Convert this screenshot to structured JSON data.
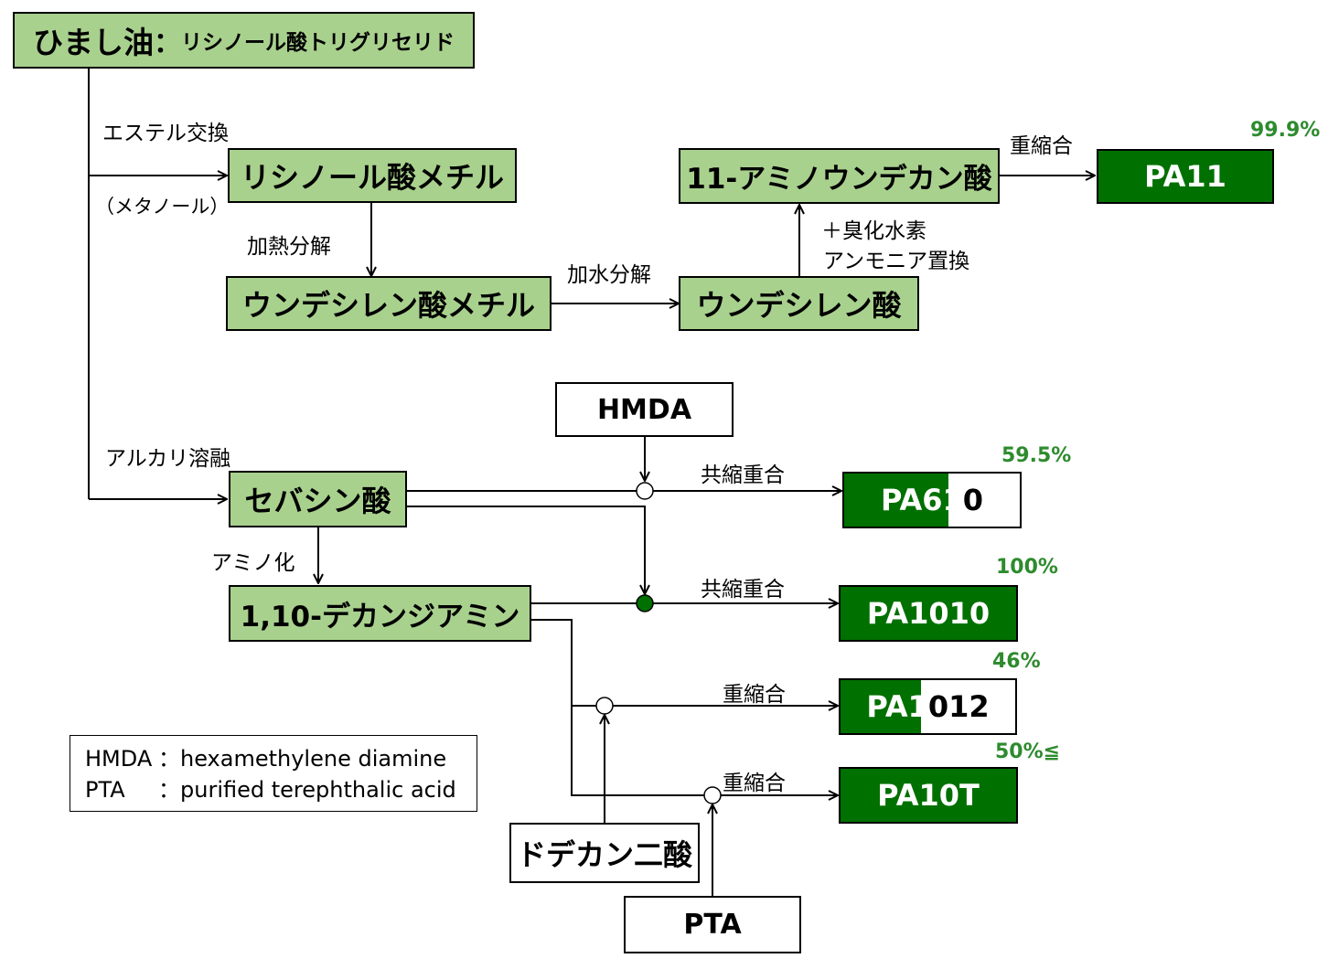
{
  "nodes": {
    "castor_oil": {
      "main": "ひまし油",
      "sep": "：",
      "sub": "リシノール酸トリグリセリド"
    },
    "methyl_ricinoleate": "リシノール酸メチル",
    "methyl_undecylenate": "ウンデシレン酸メチル",
    "undecylenic_acid": "ウンデシレン酸",
    "aminoundecanoic_acid": "11-アミノウンデカン酸",
    "sebacic_acid": "セバシン酸",
    "decanediamine": "1,10-デカンジアミン",
    "hmda": "HMDA",
    "dodecanedioic_acid": "ドデカン二酸",
    "pta": "PTA"
  },
  "products": [
    {
      "id": "pa11",
      "label_a": "PA11",
      "label_b": "",
      "biomass_percent": 99.9,
      "percent_text": "99.9%"
    },
    {
      "id": "pa610",
      "label_a": "PA61",
      "label_b": "0",
      "biomass_percent": 59.5,
      "percent_text": "59.5%"
    },
    {
      "id": "pa1010",
      "label_a": "PA1010",
      "label_b": "",
      "biomass_percent": 100,
      "percent_text": "100%"
    },
    {
      "id": "pa1012",
      "label_a": "PA1",
      "label_b": "012",
      "biomass_percent": 46,
      "percent_text": "46%"
    },
    {
      "id": "pa10t",
      "label_a": "PA10T",
      "label_b": "",
      "biomass_percent": 100,
      "percent_text": "50%≦"
    }
  ],
  "reactions": {
    "transesterification": "エステル交換",
    "methanol": "（メタノール）",
    "pyrolysis": "加熱分解",
    "hydrolysis": "加水分解",
    "hbr_ammonia_1": "＋臭化水素",
    "hbr_ammonia_2": "アンモニア置換",
    "polycondensation": "重縮合",
    "alkali_fusion": "アルカリ溶融",
    "amination": "アミノ化",
    "copolycondensation_1": "共縮重合",
    "copolycondensation_2": "共縮重合",
    "polycondensation_2": "重縮合",
    "polycondensation_3": "重縮合"
  },
  "legend": [
    {
      "abbr": "HMDA",
      "sep": "：",
      "desc": "hexamethylene diamine"
    },
    {
      "abbr": "PTA",
      "sep": "：",
      "desc": "purified terephthalic acid"
    }
  ],
  "colors": {
    "box_green": "#a9d18e",
    "product_green": "#007000",
    "percent_green": "#2e8b2e",
    "junction_filled": "#007000"
  }
}
